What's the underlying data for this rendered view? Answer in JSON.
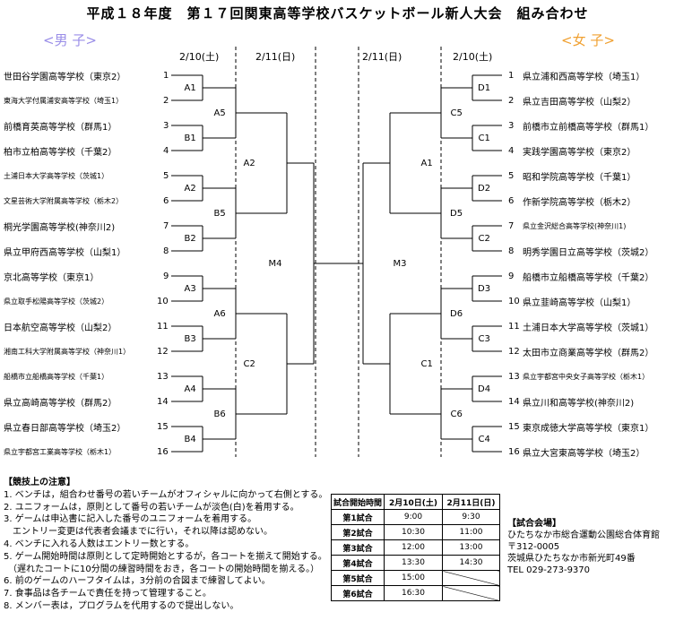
{
  "title": "平成１８年度　第１７回関東高等学校バスケットボール新人大会　組み合わせ",
  "divisions": {
    "boys": "<男 子>",
    "girls": "<女 子>"
  },
  "dates": {
    "boys_r1": "2/10(土)",
    "boys_r2": "2/11(日)",
    "girls_r2": "2/11(日)",
    "girls_r1": "2/10(土)"
  },
  "boys_teams": [
    {
      "num": "1",
      "name": "世田谷学園高等学校（東京2）"
    },
    {
      "num": "2",
      "name": "東海大学付属浦安高等学校（埼玉1）"
    },
    {
      "num": "3",
      "name": "前橋育英高等学校（群馬1）"
    },
    {
      "num": "4",
      "name": "柏市立柏高等学校（千葉2）"
    },
    {
      "num": "5",
      "name": "土浦日本大学高等学校（茨城1）"
    },
    {
      "num": "6",
      "name": "文星芸術大学附属高等学校（栃木2）"
    },
    {
      "num": "7",
      "name": "桐光学園高等学校(神奈川2)"
    },
    {
      "num": "8",
      "name": "県立甲府西高等学校（山梨1）"
    },
    {
      "num": "9",
      "name": "京北高等学校（東京1）"
    },
    {
      "num": "10",
      "name": "県立取手松陽高等学校（茨城2）"
    },
    {
      "num": "11",
      "name": "日本航空高等学校（山梨2）"
    },
    {
      "num": "12",
      "name": "湘南工科大学附属高等学校（神奈川1）"
    },
    {
      "num": "13",
      "name": "船橋市立船橋高等学校（千葉1）"
    },
    {
      "num": "14",
      "name": "県立高崎高等学校（群馬2）"
    },
    {
      "num": "15",
      "name": "県立春日部高等学校（埼玉2）"
    },
    {
      "num": "16",
      "name": "県立宇都宮工業高等学校（栃木1）"
    }
  ],
  "girls_teams": [
    {
      "num": "1",
      "name": "県立浦和西高等学校（埼玉1）"
    },
    {
      "num": "2",
      "name": "県立吉田高等学校（山梨2）"
    },
    {
      "num": "3",
      "name": "前橋市立前橋高等学校（群馬1）"
    },
    {
      "num": "4",
      "name": "実践学園高等学校（東京2）"
    },
    {
      "num": "5",
      "name": "昭和学院高等学校（千葉1）"
    },
    {
      "num": "6",
      "name": "作新学院高等学校（栃木2）"
    },
    {
      "num": "7",
      "name": "県立金沢総合高等学校(神奈川1)"
    },
    {
      "num": "8",
      "name": "明秀学園日立高等学校（茨城2）"
    },
    {
      "num": "9",
      "name": "船橋市立船橋高等学校（千葉2）"
    },
    {
      "num": "10",
      "name": "県立韮崎高等学校（山梨1）"
    },
    {
      "num": "11",
      "name": "土浦日本大学高等学校（茨城1）"
    },
    {
      "num": "12",
      "name": "太田市立商業高等学校（群馬2）"
    },
    {
      "num": "13",
      "name": "県立宇都宮中央女子高等学校（栃木1）"
    },
    {
      "num": "14",
      "name": "県立川和高等学校(神奈川2)"
    },
    {
      "num": "15",
      "name": "東京成徳大学高等学校（東京1）"
    },
    {
      "num": "16",
      "name": "県立大宮東高等学校（埼玉2）"
    }
  ],
  "boys_games": {
    "r1": [
      "A1",
      "B1",
      "A2",
      "B2",
      "A3",
      "B3",
      "A4",
      "B4"
    ],
    "r2": [
      "A5",
      "B5",
      "A6",
      "B6"
    ],
    "r3": [
      "A2",
      "C2"
    ],
    "final": "M4"
  },
  "girls_games": {
    "r1": [
      "D1",
      "C1",
      "D2",
      "C2",
      "D3",
      "C3",
      "D4",
      "C4"
    ],
    "r2": [
      "C5",
      "D5",
      "D6",
      "C6"
    ],
    "r3": [
      "A1",
      "C1"
    ],
    "final": "M3"
  },
  "rules": {
    "heading": "【競技上の注意】",
    "items": [
      "1. ベンチは，組合わせ番号の若いチームがオフィシャルに向かって右側とする。",
      "2. ユニフォームは，原則として番号の若いチームが淡色(白)を着用する。",
      "3. ゲームは申込書に記入した番号のユニフォームを着用する。",
      "　エントリー変更は代表者会議までに行い，それ以降は認めない。",
      "4. ベンチに入れる人数はエントリー数とする。",
      "5. ゲーム開始時間は原則として定時開始とするが，各コートを揃えて開始する。",
      "　（遅れたコートに10分間の練習時間をおき，各コートの開始時間を揃える。）",
      "6. 前のゲームのハーフタイムは，3分前の合図まで練習してよい。",
      "7. 食事品は各チームで責任を持って管理すること。",
      "8. メンバー表は，プログラムを代用するので提出しない。"
    ]
  },
  "schedule": {
    "headers": [
      "試合開始時間",
      "2月10日(土)",
      "2月11日(日)"
    ],
    "rows": [
      {
        "label": "第1試合",
        "d1": "9:00",
        "d2": "9:30"
      },
      {
        "label": "第2試合",
        "d1": "10:30",
        "d2": "11:00"
      },
      {
        "label": "第3試合",
        "d1": "12:00",
        "d2": "13:00"
      },
      {
        "label": "第4試合",
        "d1": "13:30",
        "d2": "14:30"
      },
      {
        "label": "第5試合",
        "d1": "15:00",
        "d2": ""
      },
      {
        "label": "第6試合",
        "d1": "16:30",
        "d2": ""
      }
    ]
  },
  "venue": {
    "heading": "【試合会場】",
    "name": "ひたちなか市総合運動公園総合体育館",
    "postal": "〒312-0005",
    "address": "茨城県ひたちなか市新光町49番",
    "tel": "TEL 029-273-9370"
  }
}
